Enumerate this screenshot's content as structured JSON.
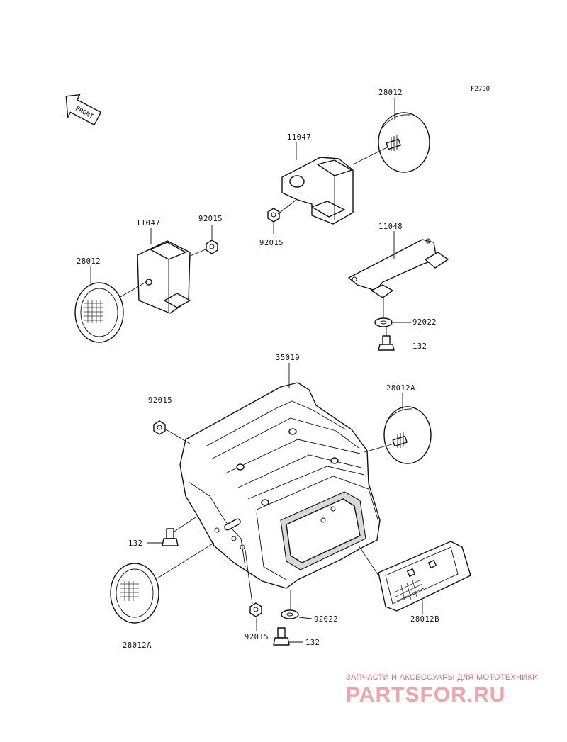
{
  "figure_code": "F2790",
  "front_arrow_label": "FRONT",
  "callouts": {
    "reflector_top_right": "28012",
    "bracket_top_center": "11047",
    "nut_top_center": "92015",
    "bracket_left": "11047",
    "nut_left": "92015",
    "reflector_left": "28012",
    "bracket_right": "11048",
    "washer_right": "92022",
    "bolt_right": "132",
    "mount_center": "35019",
    "reflector_right_a": "28012A",
    "nut_center_left": "92015",
    "bolt_left": "132",
    "reflector_bottom_left": "28012A",
    "nut_bottom": "92015",
    "washer_bottom": "92022",
    "bolt_bottom": "132",
    "reflector_rect": "28012B"
  },
  "watermark": {
    "tagline": "ЗАПЧАСТИ И АКСЕССУАРЫ ДЛЯ МОТОТЕХНИКИ",
    "logo": "PARTSFOR.RU"
  }
}
